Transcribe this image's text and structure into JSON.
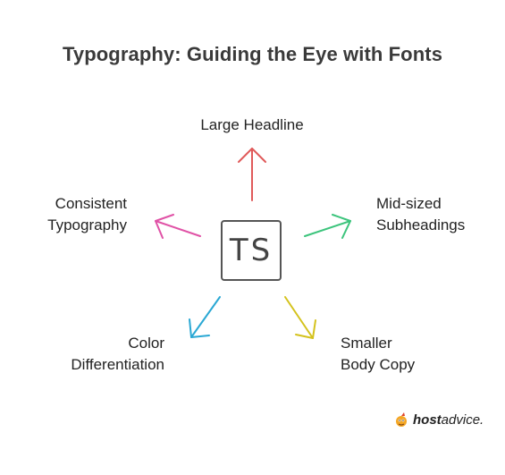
{
  "title": "Typography: Guiding the Eye with Fonts",
  "center": {
    "icon": "typescript-ts-icon",
    "text": "TS"
  },
  "branches": [
    {
      "id": "top",
      "lines": [
        "Large Headline"
      ],
      "color": "#e05a5a"
    },
    {
      "id": "right",
      "lines": [
        "Mid-sized",
        "Subheadings"
      ],
      "color": "#3cc47c"
    },
    {
      "id": "bottom-right",
      "lines": [
        "Smaller",
        "Body Copy"
      ],
      "color": "#d4c21c"
    },
    {
      "id": "bottom-left",
      "lines": [
        "Color",
        "Differentiation"
      ],
      "color": "#2aa8d4"
    },
    {
      "id": "left",
      "lines": [
        "Consistent",
        "Typography"
      ],
      "color": "#e052a6"
    }
  ],
  "brand": {
    "bold": "host",
    "regular": "advice."
  }
}
